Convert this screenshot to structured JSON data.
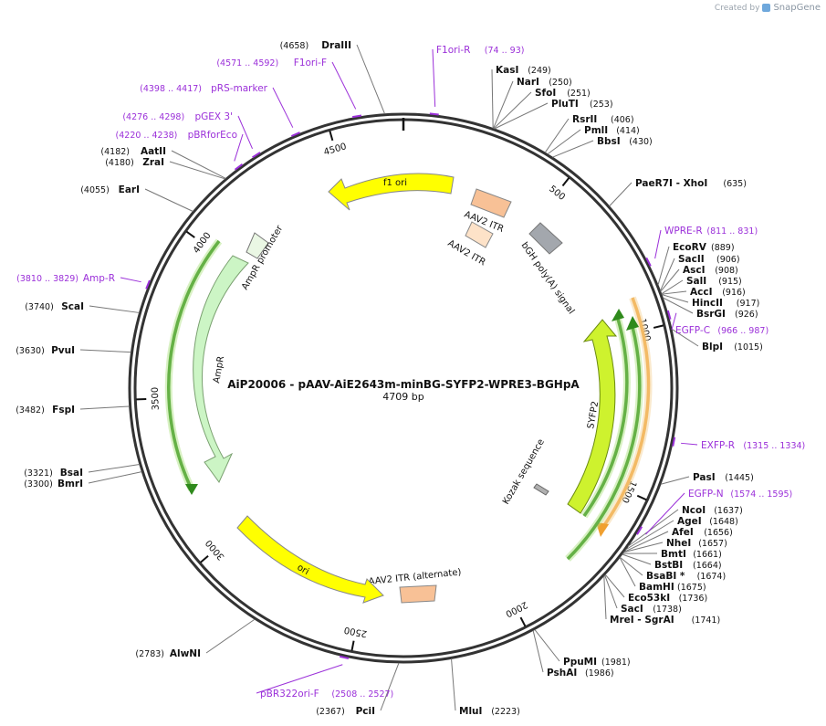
{
  "credit": {
    "prefix": "Created by",
    "brand": "SnapGene"
  },
  "plasmid": {
    "name": "AiP20006 - pAAV-AiE2643m-minBG-SYFP2-WPRE3-BGHpA",
    "length_label": "4709 bp",
    "length": 4709
  },
  "ticks": [
    {
      "bp": 500,
      "label": "500"
    },
    {
      "bp": 1000,
      "label": "1000"
    },
    {
      "bp": 1500,
      "label": "1500"
    },
    {
      "bp": 2000,
      "label": "2000"
    },
    {
      "bp": 2500,
      "label": "2500"
    },
    {
      "bp": 3000,
      "label": "3000"
    },
    {
      "bp": 3500,
      "label": "3500"
    },
    {
      "bp": 4000,
      "label": "4000"
    },
    {
      "bp": 4500,
      "label": "4500"
    }
  ],
  "sites": [
    {
      "name": "DraIII",
      "pos": "(4658)",
      "bp": 4658
    },
    {
      "name": "KasI",
      "pos": "(249)",
      "bp": 249
    },
    {
      "name": "NarI",
      "pos": "(250)",
      "bp": 250
    },
    {
      "name": "SfoI",
      "pos": "(251)",
      "bp": 251
    },
    {
      "name": "PluTI",
      "pos": "(253)",
      "bp": 253
    },
    {
      "name": "RsrII",
      "pos": "(406)",
      "bp": 406
    },
    {
      "name": "PmlI",
      "pos": "(414)",
      "bp": 414
    },
    {
      "name": "BbsI",
      "pos": "(430)",
      "bp": 430
    },
    {
      "name": "PaeR7I - XhoI",
      "pos": "(635)",
      "bp": 635
    },
    {
      "name": "EcoRV",
      "pos": "(889)",
      "bp": 889
    },
    {
      "name": "SacII",
      "pos": "(906)",
      "bp": 906
    },
    {
      "name": "AscI",
      "pos": "(908)",
      "bp": 908
    },
    {
      "name": "SalI",
      "pos": "(915)",
      "bp": 915
    },
    {
      "name": "AccI",
      "pos": "(916)",
      "bp": 916
    },
    {
      "name": "HincII",
      "pos": "(917)",
      "bp": 917
    },
    {
      "name": "BsrGI",
      "pos": "(926)",
      "bp": 926
    },
    {
      "name": "BlpI",
      "pos": "(1015)",
      "bp": 1015
    },
    {
      "name": "PasI",
      "pos": "(1445)",
      "bp": 1445
    },
    {
      "name": "NcoI",
      "pos": "(1637)",
      "bp": 1637
    },
    {
      "name": "AgeI",
      "pos": "(1648)",
      "bp": 1648
    },
    {
      "name": "AfeI",
      "pos": "(1656)",
      "bp": 1656
    },
    {
      "name": "NheI",
      "pos": "(1657)",
      "bp": 1657
    },
    {
      "name": "BmtI",
      "pos": "(1661)",
      "bp": 1661
    },
    {
      "name": "BstBI",
      "pos": "(1664)",
      "bp": 1664
    },
    {
      "name": "BsaBI *",
      "pos": "(1674)",
      "bp": 1674
    },
    {
      "name": "BamHI",
      "pos": "(1675)",
      "bp": 1675
    },
    {
      "name": "Eco53kI",
      "pos": "(1736)",
      "bp": 1736
    },
    {
      "name": "SacI",
      "pos": "(1738)",
      "bp": 1738
    },
    {
      "name": "MreI - SgrAI",
      "pos": "(1741)",
      "bp": 1741
    },
    {
      "name": "PpuMI",
      "pos": "(1981)",
      "bp": 1981
    },
    {
      "name": "PshAI",
      "pos": "(1986)",
      "bp": 1986
    },
    {
      "name": "MluI",
      "pos": "(2223)",
      "bp": 2223
    },
    {
      "name": "PciI",
      "pos": "(2367)",
      "bp": 2367
    },
    {
      "name": "AlwNI",
      "pos": "(2783)",
      "bp": 2783
    },
    {
      "name": "BmrI",
      "pos": "(3300)",
      "bp": 3300
    },
    {
      "name": "BsaI",
      "pos": "(3321)",
      "bp": 3321
    },
    {
      "name": "FspI",
      "pos": "(3482)",
      "bp": 3482
    },
    {
      "name": "PvuI",
      "pos": "(3630)",
      "bp": 3630
    },
    {
      "name": "ScaI",
      "pos": "(3740)",
      "bp": 3740
    },
    {
      "name": "EarI",
      "pos": "(4055)",
      "bp": 4055
    },
    {
      "name": "ZraI",
      "pos": "(4180)",
      "bp": 4180
    },
    {
      "name": "AatII",
      "pos": "(4182)",
      "bp": 4182
    }
  ],
  "primers": [
    {
      "name": "F1ori-R",
      "pos": "(74 .. 93)",
      "bp": 84
    },
    {
      "name": "F1ori-F",
      "pos": "(4571 .. 4592)",
      "bp": 4582
    },
    {
      "name": "pRS-marker",
      "pos": "(4398 .. 4417)",
      "bp": 4408
    },
    {
      "name": "pGEX 3'",
      "pos": "(4276 .. 4298)",
      "bp": 4287
    },
    {
      "name": "pBRforEco",
      "pos": "(4220 .. 4238)",
      "bp": 4229
    },
    {
      "name": "WPRE-R",
      "pos": "(811 .. 831)",
      "bp": 821
    },
    {
      "name": "EGFP-C",
      "pos": "(966 .. 987)",
      "bp": 976
    },
    {
      "name": "EXFP-R",
      "pos": "(1315 .. 1334)",
      "bp": 1324
    },
    {
      "name": "EGFP-N",
      "pos": "(1574 .. 1595)",
      "bp": 1584
    },
    {
      "name": "pBR322ori-F",
      "pos": "(2508 .. 2527)",
      "bp": 2517
    },
    {
      "name": "Amp-R",
      "pos": "(3810 .. 3829)",
      "bp": 3820
    }
  ],
  "features": [
    {
      "name": "f1 ori",
      "color": "#ffff00"
    },
    {
      "name": "AAV2 ITR",
      "color": "#f8c196"
    },
    {
      "name": "AAV2 ITR",
      "color": "#fde2c8"
    },
    {
      "name": "bGH poly(A) signal",
      "color": "#a3a7ad"
    },
    {
      "name": "SYFP2",
      "color": "#cef22e"
    },
    {
      "name": "Kozak sequence",
      "color": "#b0b0b0"
    },
    {
      "name": "AAV2 ITR (alternate)",
      "color": "#f8c196"
    },
    {
      "name": "ori",
      "color": "#ffff00"
    },
    {
      "name": "AmpR",
      "color": "#ccf5c5"
    },
    {
      "name": "AmpR promoter",
      "color": "#eaf7e4"
    }
  ],
  "colors": {
    "backbone": "#333333",
    "primer": "#9b30d9",
    "orf_green": "#78c81e",
    "orf_orange": "#f0a030"
  }
}
